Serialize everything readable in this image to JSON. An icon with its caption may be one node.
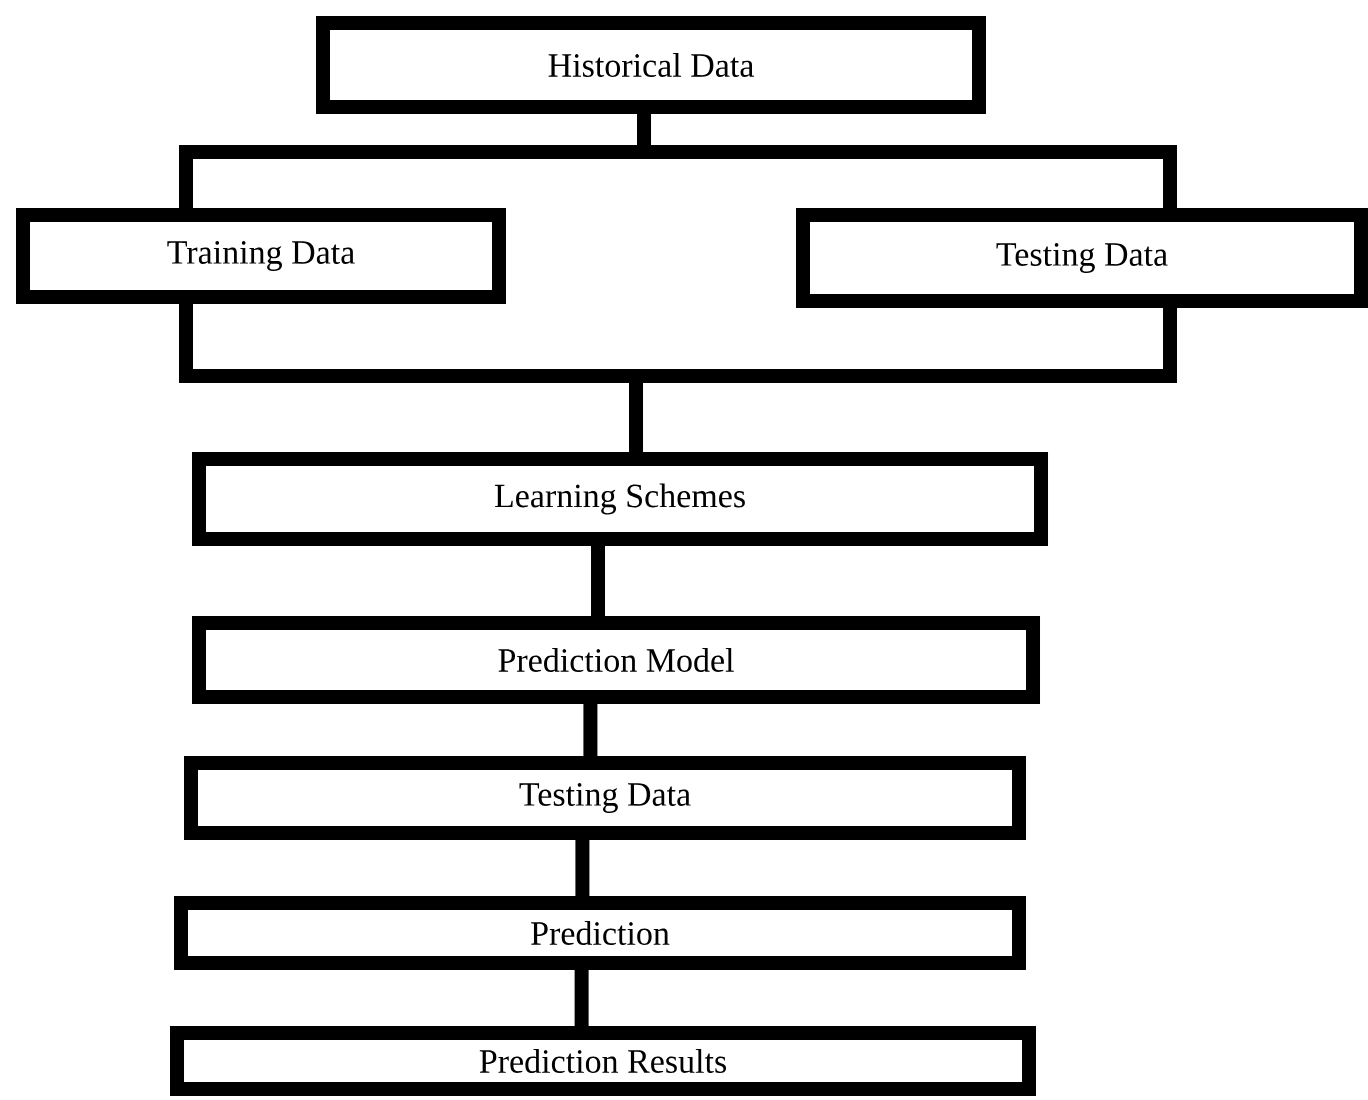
{
  "diagram": {
    "nodes": [
      {
        "text": [
          "Historical Data"
        ]
      },
      {
        "text": [
          "Training Data"
        ]
      },
      {
        "text": [
          "Testing Data"
        ]
      },
      {
        "text": [
          "Learning Schemes"
        ]
      },
      {
        "text": [
          "Prediction Model"
        ]
      },
      {
        "text": [
          "Testing Data"
        ]
      },
      {
        "text": [
          "Prediction"
        ]
      },
      {
        "text": [
          "Prediction Results"
        ]
      }
    ],
    "edges": [
      {
        "from": 0,
        "to": 1,
        "arrow": "none"
      },
      {
        "from": 0,
        "to": 2,
        "arrow": "none"
      },
      {
        "from": 1,
        "to": 3,
        "arrow": "none"
      },
      {
        "from": 2,
        "to": 3,
        "arrow": "none"
      },
      {
        "from": 3,
        "to": 4,
        "arrow": "none"
      },
      {
        "from": 4,
        "to": 5,
        "arrow": "none"
      },
      {
        "from": 5,
        "to": 6,
        "arrow": "none"
      },
      {
        "from": 6,
        "to": 7,
        "arrow": "none"
      }
    ]
  }
}
